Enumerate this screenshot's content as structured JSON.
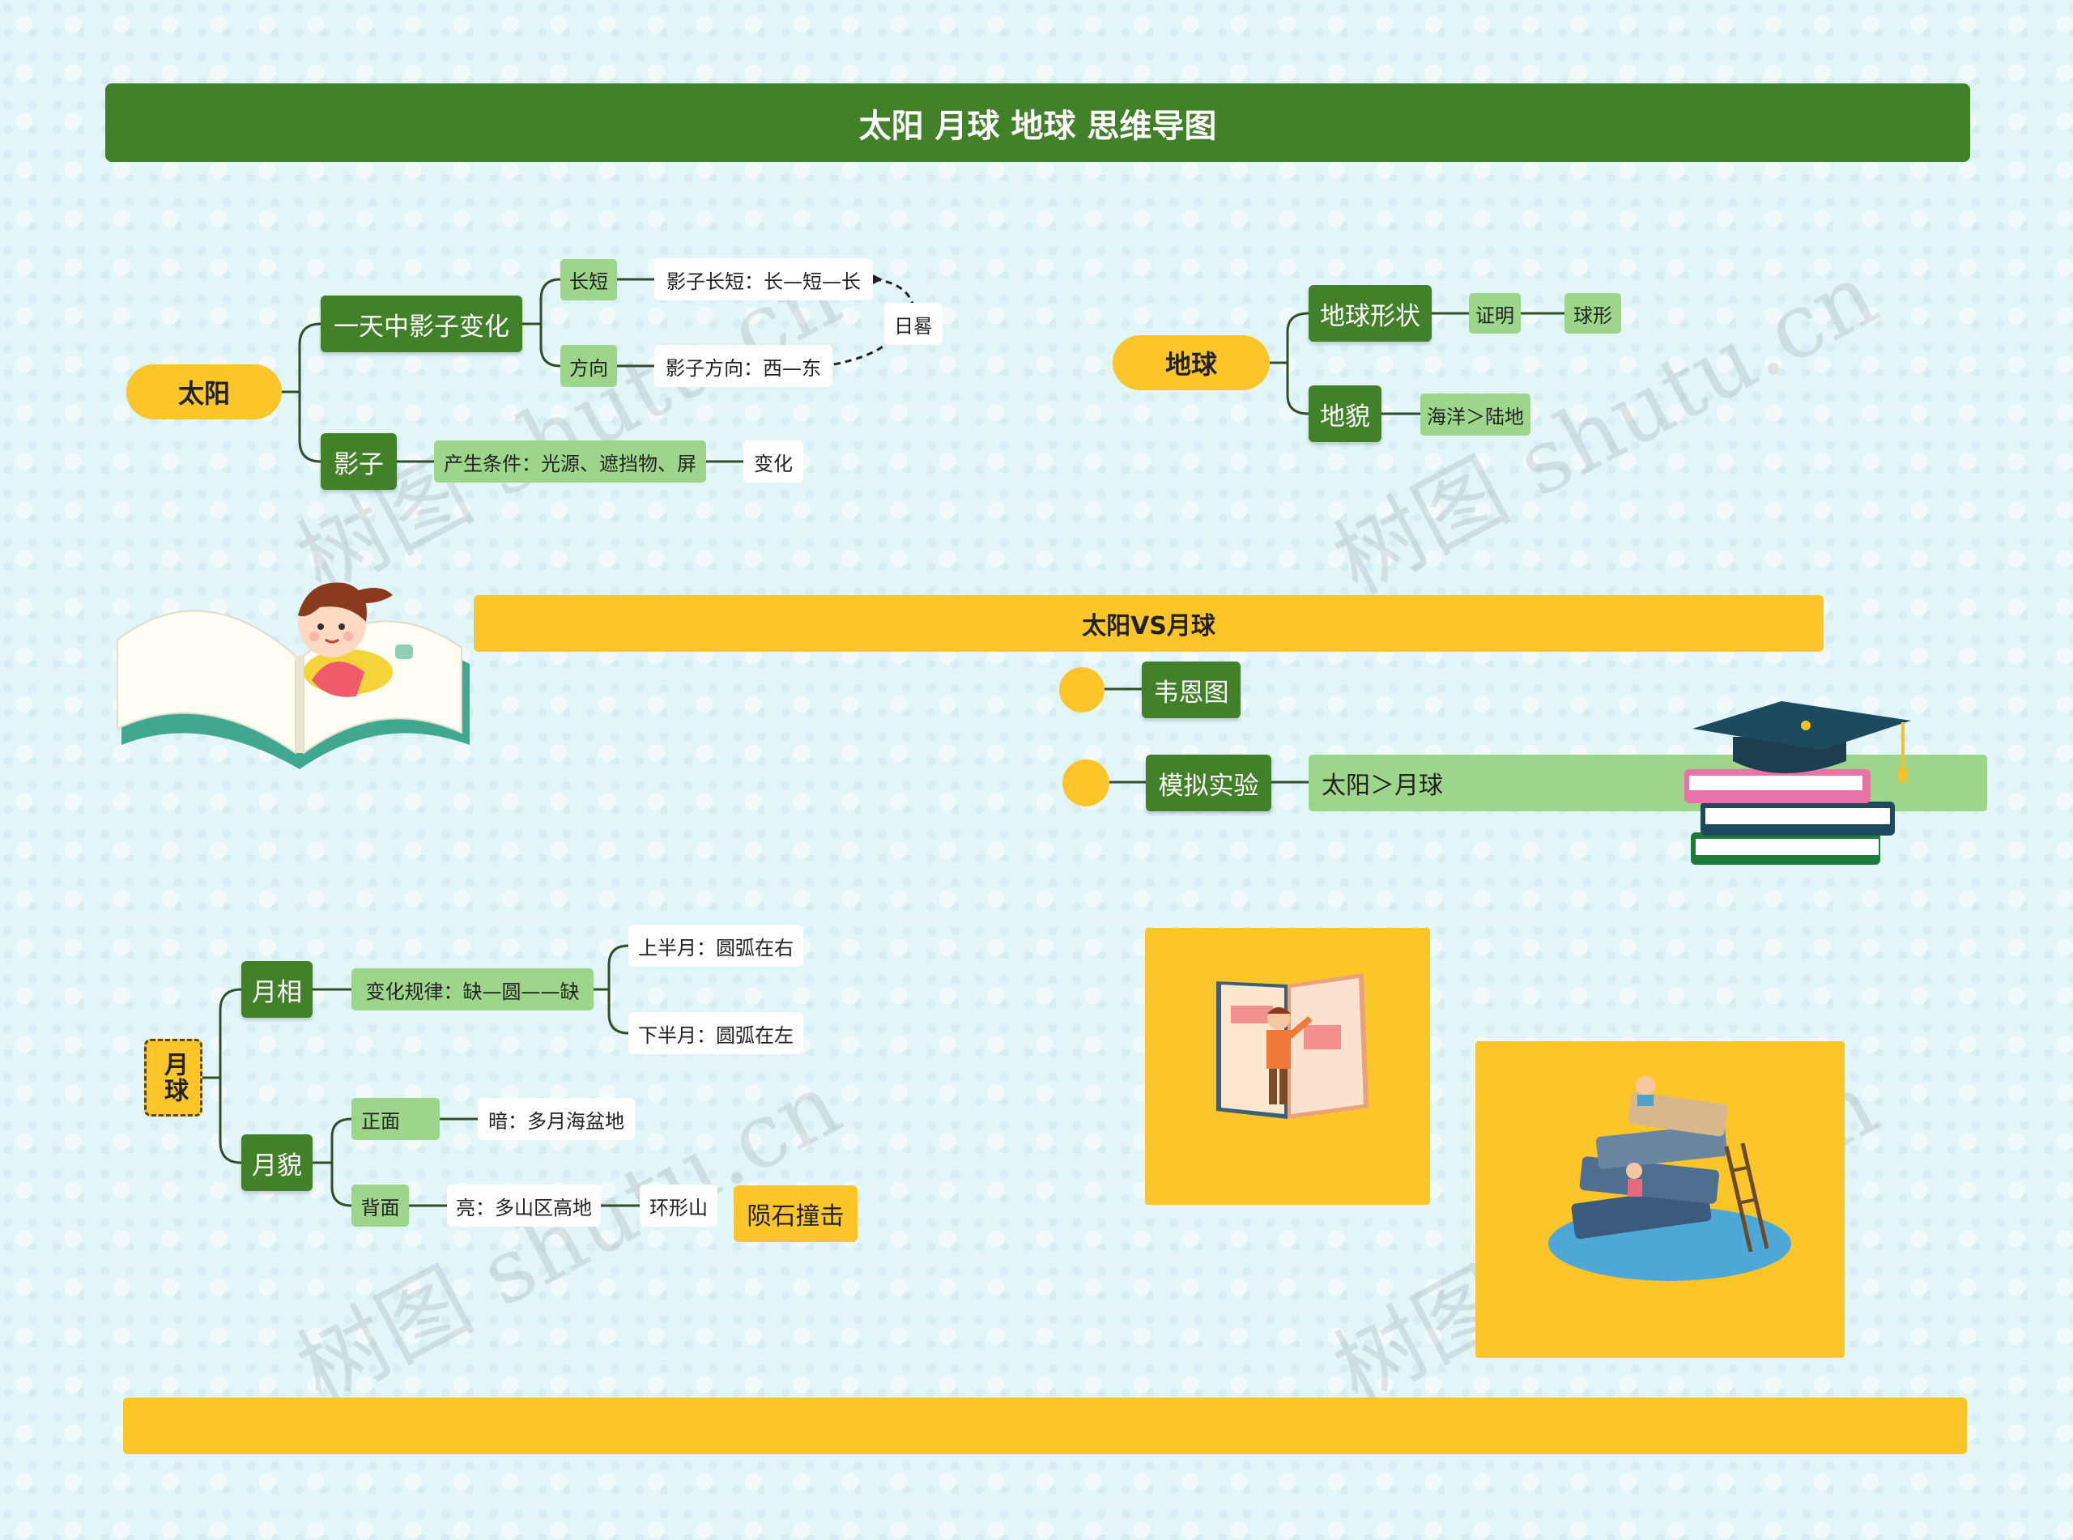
{
  "title": "太阳 月球 地球 思维导图",
  "watermark": "树图 shutu.cn",
  "colors": {
    "dark_green": "#42802a",
    "light_green": "#9dd68a",
    "yellow": "#fcc52a",
    "background": "#e2f5f8"
  },
  "sun": {
    "root": "太阳",
    "shadow_change": "一天中影子变化",
    "length": "长短",
    "length_value": "影子长短：长—短—长",
    "direction": "方向",
    "direction_value": "影子方向：西—东",
    "sundial": "日晷",
    "shadow": "影子",
    "shadow_condition": "产生条件：光源、遮挡物、屏",
    "shadow_change_word": "变化"
  },
  "earth": {
    "root": "地球",
    "shape": "地球形状",
    "proof": "证明",
    "sphere": "球形",
    "landform": "地貌",
    "ocean_land": "海洋＞陆地"
  },
  "vs": {
    "banner": "太阳VS月球",
    "venn": "韦恩图",
    "simulation": "模拟实验",
    "result": "太阳＞月球"
  },
  "moon": {
    "root": "月球",
    "phase": "月相",
    "phase_rule": "变化规律：缺—圆——缺",
    "first_half": "上半月：圆弧在右",
    "second_half": "下半月：圆弧在左",
    "surface": "月貌",
    "front": "正面",
    "front_value": "暗：多月海盆地",
    "back": "背面",
    "back_value": "亮：多山区高地",
    "ring_mountain": "环形山",
    "meteor": "陨石撞击"
  }
}
